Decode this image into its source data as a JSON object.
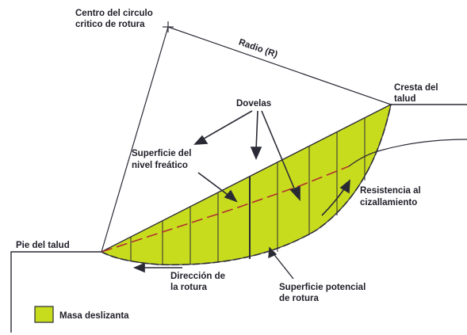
{
  "labels": {
    "center_line1": "Centro del circulo",
    "center_line2": "critico de rotura",
    "radius": "Radio (R)",
    "crest_line1": "Cresta del",
    "crest_line2": "talud",
    "slices": "Dovelas",
    "water_line1": "Superficie del",
    "water_line2": "nivel freático",
    "shear_line1": "Resistencia al",
    "shear_line2": "cizallamiento",
    "toe": "Pie del talud",
    "direction_line1": "Dirección de",
    "direction_line2": "la rotura",
    "surface_line1": "Superficie potencial",
    "surface_line2": "de rotura"
  },
  "legend": {
    "label": "Masa deslizanta"
  },
  "colors": {
    "sliding_mass": "#c8dc1e",
    "lines": "#2a2a35",
    "water_table": "#b03030"
  }
}
